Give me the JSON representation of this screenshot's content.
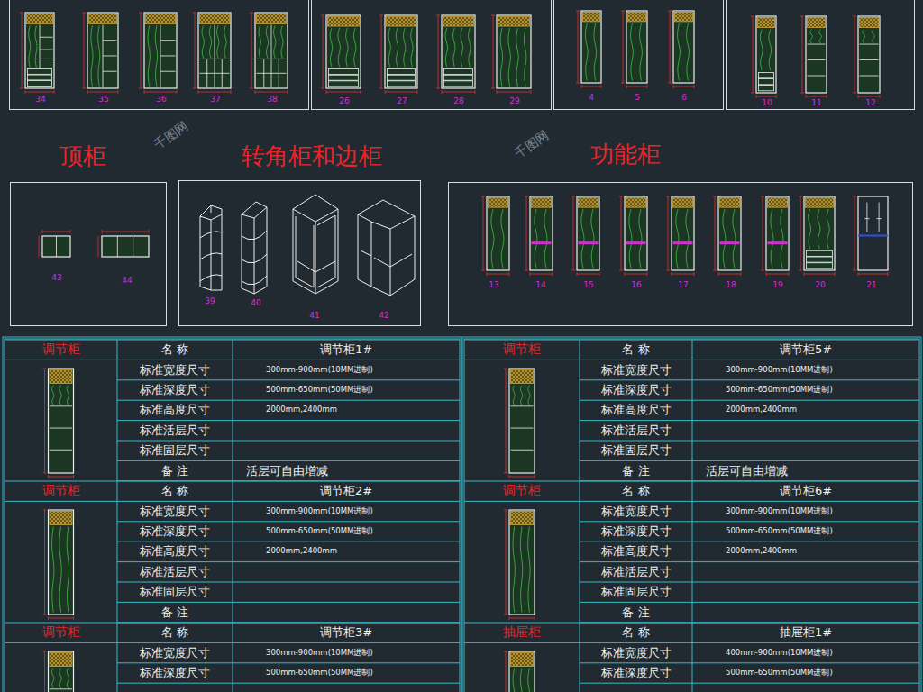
{
  "diagram": {
    "nodes": [
      {
        "text": [
          "34",
          "35",
          "36",
          "37",
          "38"
        ]
      },
      {
        "text": [
          "26",
          "27",
          "28",
          "29"
        ]
      },
      {
        "text": [
          "4",
          "5",
          "6"
        ]
      },
      {
        "text": [
          "10",
          "11",
          "12"
        ]
      },
      {
        "text": [
          "顶柜",
          "43",
          "44"
        ]
      },
      {
        "text": [
          "转角柜和边柜",
          "39",
          "40",
          "41",
          "42"
        ]
      },
      {
        "text": [
          "功能柜",
          "13",
          "14",
          "15",
          "16",
          "17",
          "18",
          "19",
          "20",
          "21"
        ]
      }
    ],
    "labels": [
      "调节柜",
      "名 称",
      "调节柜1#",
      "标准宽度尺寸",
      "300mm-900mm(10MM进制)",
      "标准深度尺寸",
      "500mm-650mm(50MM进制)",
      "标准高度尺寸",
      "2000mm,2400mm",
      "标准活层尺寸",
      "标准固层尺寸",
      "备 注",
      "活层可自由增减",
      "调节柜",
      "名 称",
      "调节柜2#",
      "标准宽度尺寸",
      "300mm-900mm(10MM进制)",
      "标准深度尺寸",
      "500mm-650mm(50MM进制)",
      "标准高度尺寸",
      "2000mm,2400mm",
      "标准活层尺寸",
      "标准固层尺寸",
      "备 注",
      "调节柜",
      "名 称",
      "调节柜3#",
      "标准宽度尺寸",
      "300mm-900mm(10MM进制)",
      "标准深度尺寸",
      "500mm-650mm(50MM进制)",
      "调节柜",
      "名 称",
      "调节柜5#",
      "标准宽度尺寸",
      "300mm-900mm(10MM进制)",
      "标准深度尺寸",
      "500mm-650mm(50MM进制)",
      "标准高度尺寸",
      "2000mm,2400mm",
      "标准活层尺寸",
      "标准固层尺寸",
      "备 注",
      "活层可自由增减",
      "调节柜",
      "名 称",
      "调节柜6#",
      "标准宽度尺寸",
      "300mm-900mm(10MM进制)",
      "标准深度尺寸",
      "500mm-650mm(50MM进制)",
      "标准高度尺寸",
      "2000mm,2400mm",
      "标准活层尺寸",
      "标准固层尺寸",
      "备 注",
      "抽屉柜",
      "名 称",
      "抽屉柜1#",
      "标准宽度尺寸",
      "400mm-900mm(10MM进制)",
      "标准深度尺寸",
      "500mm-650mm(50MM进制)",
      "千图网",
      "千图网"
    ]
  }
}
